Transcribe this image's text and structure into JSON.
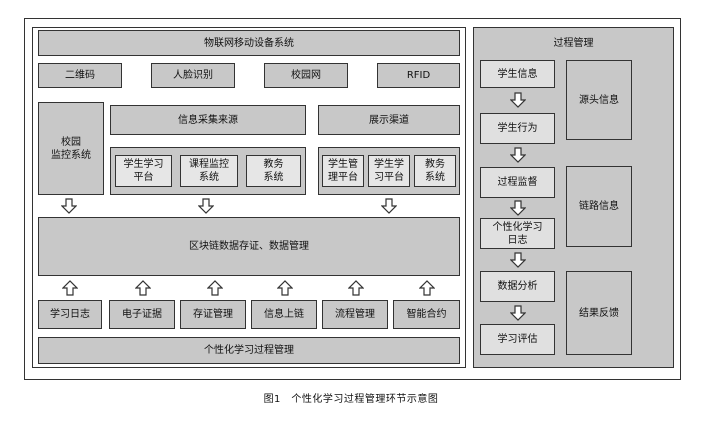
{
  "diagram": {
    "top_title": "物联网移动设备系统",
    "devices": [
      "二维码",
      "人脸识别",
      "校园网",
      "RFID"
    ],
    "campus_monitor": "校园\n监控系统",
    "info_source_title": "信息采集来源",
    "info_sources": [
      "学生学习\n平台",
      "课程监控\n系统",
      "教务\n系统"
    ],
    "display_title": "展示渠道",
    "display_items": [
      "学生管\n理平台",
      "学生学\n习平台",
      "教务\n系统"
    ],
    "blockchain": "区块链数据存证、数据管理",
    "bottom_items": [
      "学习日志",
      "电子证据",
      "存证管理",
      "信息上链",
      "流程管理",
      "智能合约"
    ],
    "bottom_title": "个性化学习过程管理",
    "process_title": "过程管理",
    "process_steps": [
      "学生信息",
      "学生行为",
      "过程监督",
      "个性化学习\n日志",
      "数据分析",
      "学习评估"
    ],
    "side_labels": [
      "源头信息",
      "链路信息",
      "结果反馈"
    ]
  },
  "caption": "图1　个性化学习过程管理环节示意图"
}
